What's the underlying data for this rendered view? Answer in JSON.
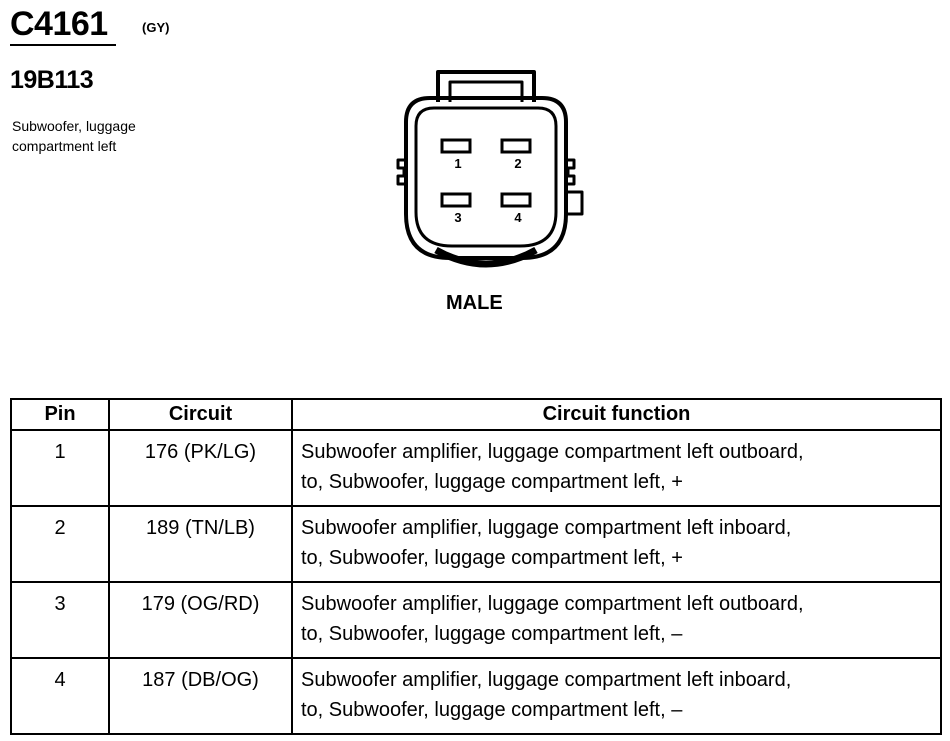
{
  "header": {
    "connector_id": "C4161",
    "color_code": "(GY)",
    "part_number": "19B113",
    "location_line1": "Subwoofer, luggage",
    "location_line2": "compartment left"
  },
  "connector": {
    "gender": "MALE",
    "pin_labels": [
      "1",
      "2",
      "3",
      "4"
    ]
  },
  "table": {
    "headers": {
      "pin": "Pin",
      "circuit": "Circuit",
      "function": "Circuit function"
    },
    "rows": [
      {
        "pin": "1",
        "circuit": "176 (PK/LG)",
        "function_line1": "Subwoofer amplifier, luggage compartment left outboard,",
        "function_line2": "to, Subwoofer, luggage compartment left, +"
      },
      {
        "pin": "2",
        "circuit": "189 (TN/LB)",
        "function_line1": "Subwoofer amplifier, luggage compartment left inboard,",
        "function_line2": "to, Subwoofer, luggage compartment left, +"
      },
      {
        "pin": "3",
        "circuit": "179 (OG/RD)",
        "function_line1": "Subwoofer amplifier, luggage compartment left outboard,",
        "function_line2": "to, Subwoofer, luggage compartment left, –"
      },
      {
        "pin": "4",
        "circuit": "187 (DB/OG)",
        "function_line1": "Subwoofer amplifier, luggage compartment left inboard,",
        "function_line2": "to, Subwoofer, luggage compartment left, –"
      }
    ]
  }
}
